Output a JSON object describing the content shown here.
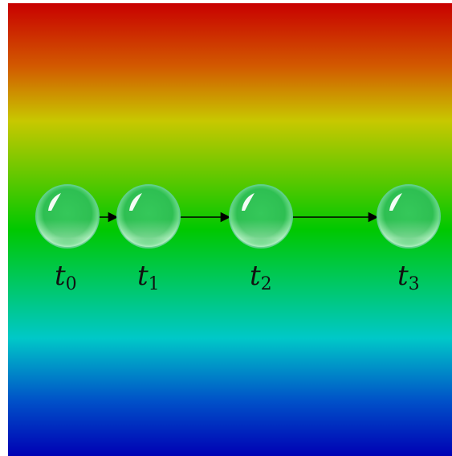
{
  "diagram": {
    "background_gradient": [
      "#c80000",
      "#d27800",
      "#c8c800",
      "#00c800",
      "#00c8c8",
      "#0050c8",
      "#0000b4"
    ],
    "node_color": "#2ec84a",
    "nodes": [
      {
        "id": "t0",
        "label_main": "t",
        "label_sub": "0"
      },
      {
        "id": "t1",
        "label_main": "t",
        "label_sub": "1"
      },
      {
        "id": "t2",
        "label_main": "t",
        "label_sub": "2"
      },
      {
        "id": "t3",
        "label_main": "t",
        "label_sub": "3"
      }
    ],
    "edges": [
      {
        "from": "t0",
        "to": "t1"
      },
      {
        "from": "t1",
        "to": "t2"
      },
      {
        "from": "t2",
        "to": "t3"
      }
    ]
  }
}
